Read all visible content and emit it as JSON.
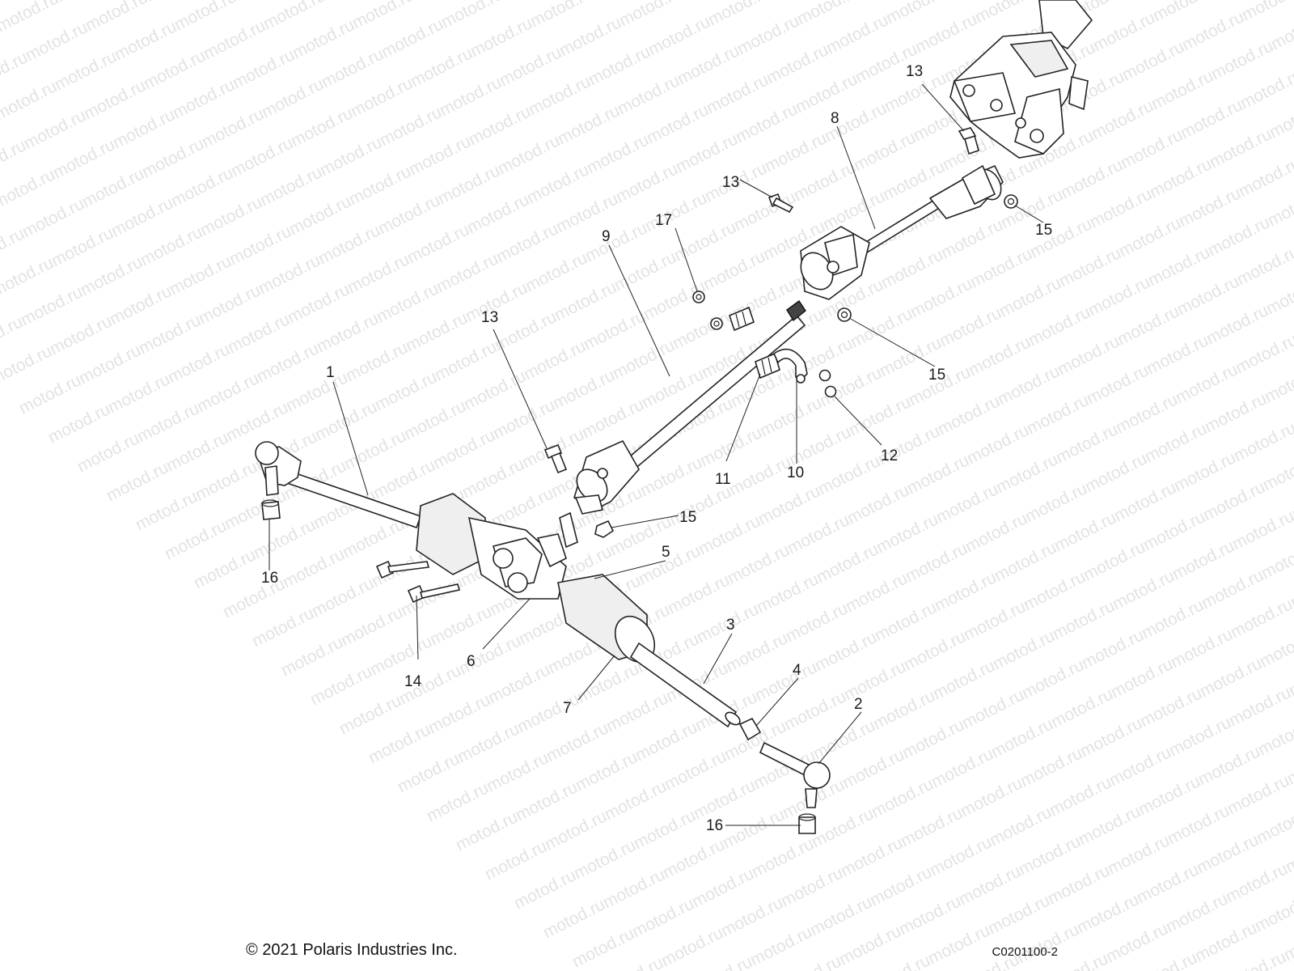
{
  "watermark": {
    "text": "motod.ru",
    "color": "#e3e3e3"
  },
  "callouts": [
    {
      "id": "c1",
      "label": "1"
    },
    {
      "id": "c2",
      "label": "2"
    },
    {
      "id": "c3",
      "label": "3"
    },
    {
      "id": "c4",
      "label": "4"
    },
    {
      "id": "c5",
      "label": "5"
    },
    {
      "id": "c6",
      "label": "6"
    },
    {
      "id": "c7",
      "label": "7"
    },
    {
      "id": "c8",
      "label": "8"
    },
    {
      "id": "c9",
      "label": "9"
    },
    {
      "id": "c10",
      "label": "10"
    },
    {
      "id": "c11",
      "label": "11"
    },
    {
      "id": "c12",
      "label": "12"
    },
    {
      "id": "c13a",
      "label": "13"
    },
    {
      "id": "c13b",
      "label": "13"
    },
    {
      "id": "c13c",
      "label": "13"
    },
    {
      "id": "c14",
      "label": "14"
    },
    {
      "id": "c15a",
      "label": "15"
    },
    {
      "id": "c15b",
      "label": "15"
    },
    {
      "id": "c15c",
      "label": "15"
    },
    {
      "id": "c16a",
      "label": "16"
    },
    {
      "id": "c16b",
      "label": "16"
    },
    {
      "id": "c17",
      "label": "17"
    }
  ],
  "footer": {
    "copyright": "© 2021 Polaris Industries Inc.",
    "code": "C0201100-2"
  }
}
